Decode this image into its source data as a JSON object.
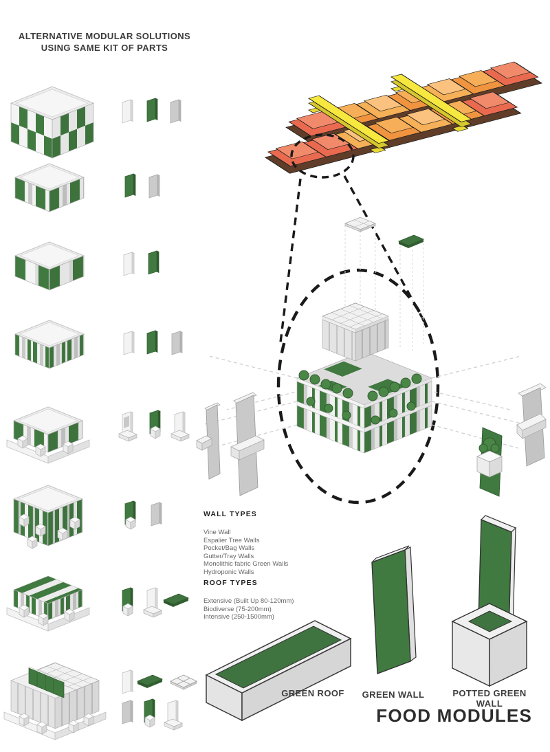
{
  "title": {
    "line1": "ALTERNATIVE MODULAR SOLUTIONS",
    "line2": "USING SAME KIT OF PARTS"
  },
  "wall_types": {
    "heading": "WALL TYPES",
    "items": [
      "Vine Wall",
      "Espalier Tree Walls",
      "Pocket/Bag Walls",
      "Gutter/Tray Walls",
      "Monolithic fabric Green Walls",
      "Hydroponic Walls"
    ]
  },
  "roof_types": {
    "heading": "ROOF TYPES",
    "items": [
      "Extensive (Built Up 80-120mm)",
      "Biodiverse (75-200mm)",
      "Intensive (250-1500mm)"
    ]
  },
  "food_modules": {
    "heading": "FOOD MODULES",
    "labels": {
      "green_roof": "GREEN ROOF",
      "green_wall": "GREEN WALL",
      "potted_green_wall": "POTTED GREEN WALL"
    }
  },
  "palette": {
    "module_green": "#417a40",
    "module_green_dark": "#2e5a2e",
    "roof_orange": "#f0943f",
    "roof_orange_light": "#f6b057",
    "roof_salmon": "#ea6a50",
    "beam_yellow": "#f6e83e",
    "panel_gray": "#cbcbcb",
    "panel_white": "#f3f3f3",
    "line_gray": "#c9c9c9"
  }
}
